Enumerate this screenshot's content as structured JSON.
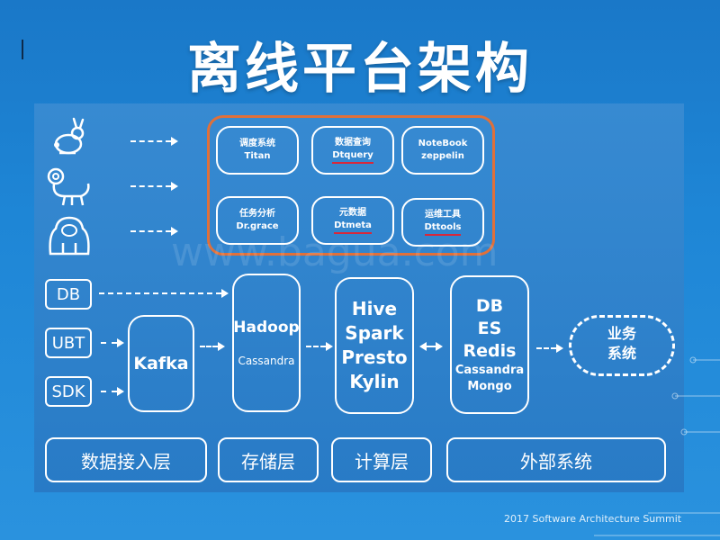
{
  "title": "离线平台架构",
  "tools": [
    {
      "name": "调度系统",
      "sub": "Titan"
    },
    {
      "name": "数据查询",
      "sub": "Dtquery"
    },
    {
      "name": "NoteBook",
      "sub": "zeppelin"
    },
    {
      "name": "任务分析",
      "sub": "Dr.grace"
    },
    {
      "name": "元数据",
      "sub": "Dtmeta"
    },
    {
      "name": "运维工具",
      "sub": "Dttools"
    }
  ],
  "sources": [
    "DB",
    "UBT",
    "SDK"
  ],
  "kafka": "Kafka",
  "storage": {
    "main": "Hadoop",
    "sub": "Cassandra"
  },
  "compute": [
    "Hive",
    "Spark",
    "Presto",
    "Kylin"
  ],
  "external": {
    "big": [
      "DB",
      "ES",
      "Redis"
    ],
    "small": [
      "Cassandra",
      "Mongo"
    ]
  },
  "cloud": [
    "业务",
    "系统"
  ],
  "layers": [
    "数据接入层",
    "存储层",
    "计算层",
    "外部系统"
  ],
  "watermark": "www.bagua.com",
  "footer": "2017 Software Architecture Summit",
  "icons": [
    "rabbit-icon",
    "monkey-icon",
    "gorilla-icon"
  ]
}
